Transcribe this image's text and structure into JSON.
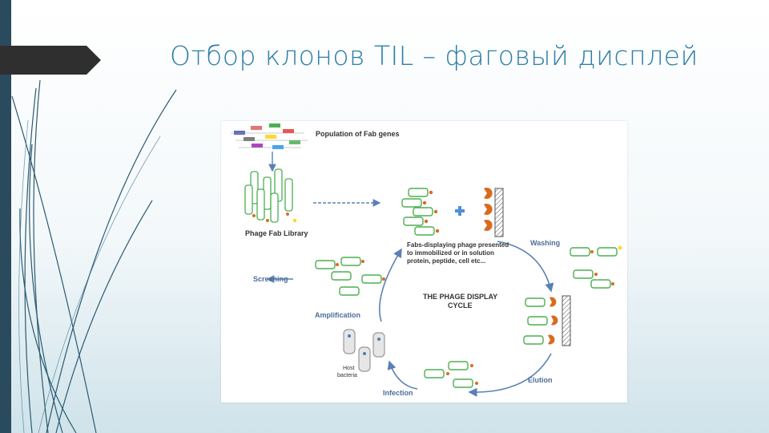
{
  "slide": {
    "title": "Отбор клонов TIL – фаговый дисплей"
  },
  "diagram": {
    "population_label": "Population of Fab genes",
    "library_label": "Phage Fab Library",
    "presented_label": "Fabs-displaying phage presented to immobilized or in solution protein, peptide, cell etc...",
    "washing_label": "Washing",
    "cycle_label_line1": "THE PHAGE DISPLAY",
    "cycle_label_line2": "CYCLE",
    "screening_label": "Screening",
    "amplification_label": "Amplification",
    "host_label_line1": "Host",
    "host_label_line2": "bacteria",
    "infection_label": "Infection",
    "elution_label": "Elution"
  },
  "colors": {
    "accent": "#2e7fa6",
    "sidebar": "#2a4a5e",
    "arrow_blue": "#5b80b5",
    "phage_green": "#4caf50",
    "target_orange": "#d96b1e"
  }
}
